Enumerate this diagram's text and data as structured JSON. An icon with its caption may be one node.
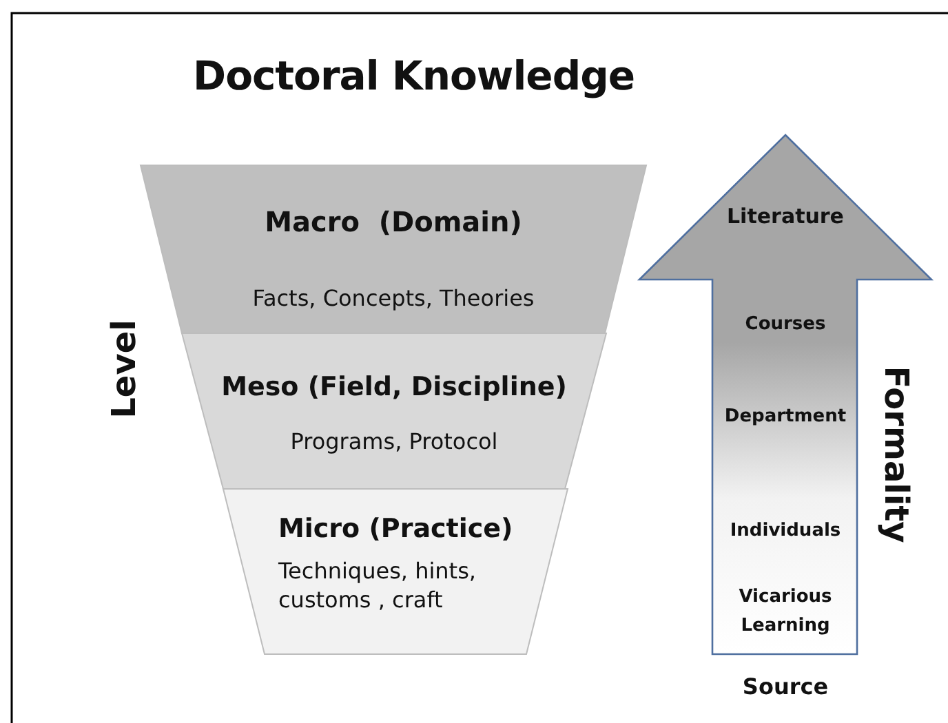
{
  "diagram": {
    "title": "Doctoral Knowledge",
    "nodes": [
      {
        "text": [
          "Macro  (Domain)",
          "Facts, Concepts, Theories"
        ]
      },
      {
        "text": [
          "Meso (Field, Discipline)",
          "Programs, Protocol"
        ]
      },
      {
        "text": [
          "Micro (Practice)",
          "Techniques, hints, customs , craft"
        ]
      },
      {
        "text": [
          "Literature",
          "Courses",
          "Department",
          "Individuals",
          "Vicarious Learning"
        ],
        "beside": [
          "Source"
        ]
      }
    ],
    "labels": [
      "Level",
      "Formality"
    ]
  }
}
